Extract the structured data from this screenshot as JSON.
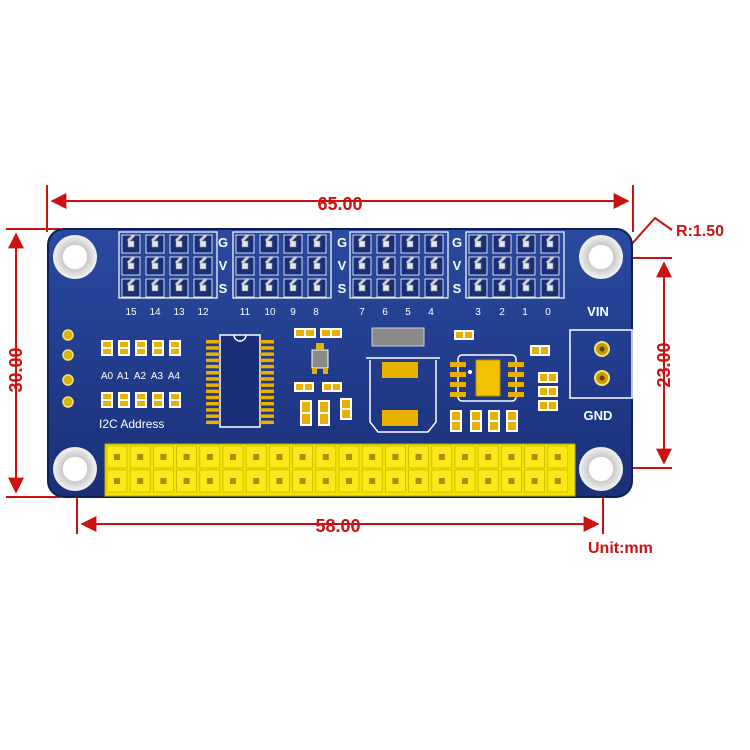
{
  "dimensions": {
    "width": "65.00",
    "height": "30.00",
    "hole_spacing_vertical": "23.00",
    "hole_spacing_horizontal": "58.00",
    "corner_radius": "R:1.50",
    "unit": "Unit:mm"
  },
  "board": {
    "servo_group_labels": [
      [
        "15",
        "14",
        "13",
        "12"
      ],
      [
        "11",
        "10",
        "9",
        "8"
      ],
      [
        "7",
        "6",
        "5",
        "4"
      ],
      [
        "3",
        "2",
        "1",
        "0"
      ]
    ],
    "row_labels": [
      "G",
      "V",
      "S"
    ],
    "address_pads": [
      "A0",
      "A1",
      "A2",
      "A3",
      "A4"
    ],
    "i2c_label": "I2C Address",
    "terminal_top": "VIN",
    "terminal_bottom": "GND"
  },
  "colors": {
    "dimension": "#cc1111",
    "pcb": "#1f3a8a",
    "header": "#f2e600",
    "silkscreen": "#ffffff"
  }
}
